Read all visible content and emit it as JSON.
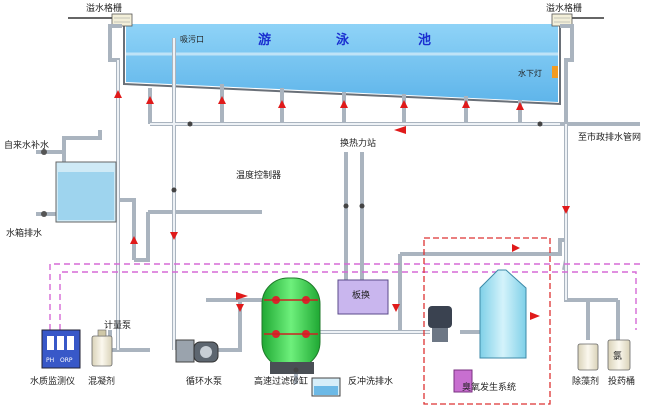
{
  "labels": {
    "overflow_grate_left": "溢水格栅",
    "overflow_grate_right": "溢水格栅",
    "pool_title_1": "游",
    "pool_title_2": "泳",
    "pool_title_3": "池",
    "suction_port": "吸污口",
    "underwater_light": "水下灯",
    "municipal_drain": "至市政排水管网",
    "heat_exchange_station": "换热力站",
    "temp_controller": "温度控制器",
    "tap_water_supply": "自来水补水",
    "tank_drain": "水箱排水",
    "metering_pump": "计量泵",
    "plate_exchanger": "板换",
    "water_quality_meter": "水质监测仪",
    "coagulant": "混凝剂",
    "circulation_pump": "循环水泵",
    "high_speed_filter": "高速过滤砂缸",
    "backwash_drain": "反冲洗排水",
    "ozone_system": "臭氧发生系统",
    "algae_remover": "除藻剂",
    "dosing_bucket": "投药桶",
    "chlorine": "氯",
    "ph": "PH",
    "orp": "ORP"
  },
  "colors": {
    "pool_water": "#7cc7f2",
    "pipe": "#aab4bf",
    "flow_arrow": "#e01a1a",
    "tank": "#b7e3f0",
    "filter_green": "#39d24d",
    "ozone_tank": "#9edff0",
    "dashed_magenta": "#d66ad6",
    "dashed_red_box": "#d33"
  }
}
